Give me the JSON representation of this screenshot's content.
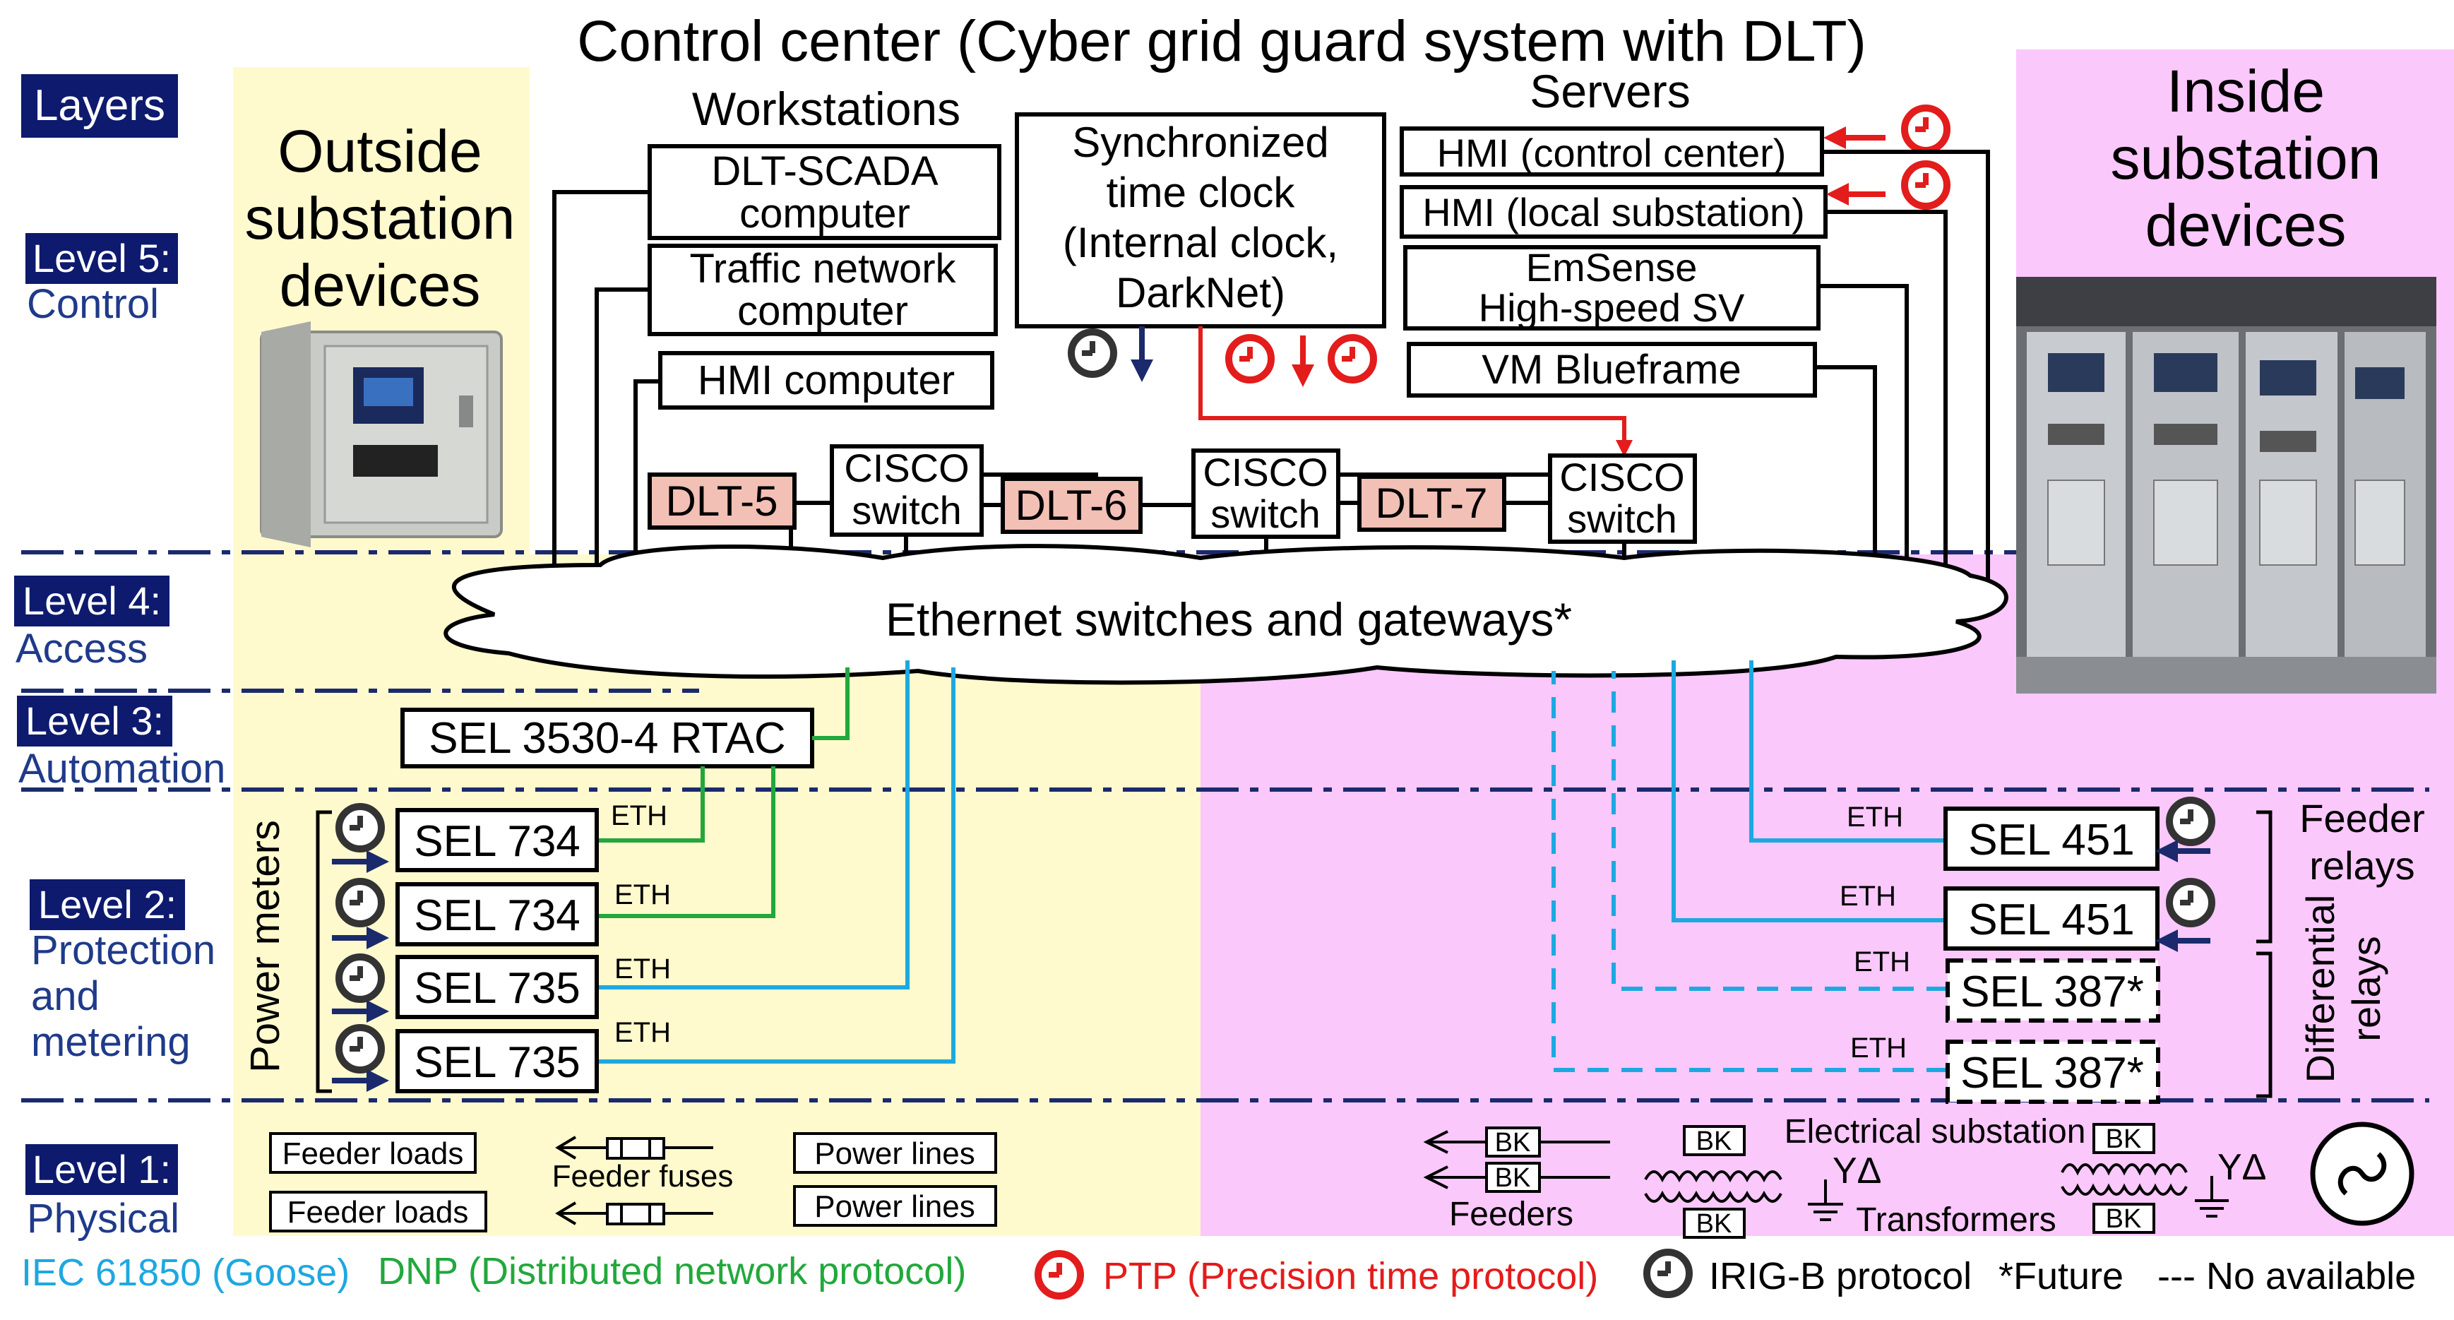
{
  "title": "Control center (Cyber grid guard system with DLT)",
  "layers_label": "Layers",
  "levels": [
    {
      "name": "Level 5:",
      "desc": [
        "Control"
      ]
    },
    {
      "name": "Level 4:",
      "desc": [
        "Access"
      ]
    },
    {
      "name": "Level 3:",
      "desc": [
        "Automation"
      ]
    },
    {
      "name": "Level 2:",
      "desc": [
        "Protection",
        "and",
        "metering"
      ]
    },
    {
      "name": "Level 1:",
      "desc": [
        "Physical"
      ]
    }
  ],
  "outside_title": [
    "Outside",
    "substation",
    "devices"
  ],
  "inside_title": [
    "Inside",
    "substation",
    "devices"
  ],
  "workstations": {
    "heading": "Workstations",
    "items": [
      [
        "DLT-SCADA",
        "computer"
      ],
      [
        "Traffic network",
        "computer"
      ],
      [
        "HMI computer"
      ]
    ]
  },
  "time_clock": [
    "Synchronized",
    "time clock",
    "(Internal clock,",
    "DarkNet)"
  ],
  "servers": {
    "heading": "Servers",
    "items": [
      [
        "HMI (control center)"
      ],
      [
        "HMI (local substation)"
      ],
      [
        "EmSense",
        "High-speed SV"
      ],
      [
        "VM Blueframe"
      ]
    ]
  },
  "dlt_nodes": [
    "DLT-5",
    "DLT-6",
    "DLT-7"
  ],
  "cisco_switch": [
    "CISCO",
    "switch"
  ],
  "ethernet_cloud": "Ethernet switches and gateways*",
  "rtac": "SEL 3530-4 RTAC",
  "power_meters_label": "Power meters",
  "meters": [
    "SEL 734",
    "SEL 734",
    "SEL 735",
    "SEL 735"
  ],
  "relays": [
    "SEL 451",
    "SEL 451",
    "SEL 387*",
    "SEL 387*"
  ],
  "feeder_relays_label": [
    "Feeder",
    "relays"
  ],
  "differential_relays_label": [
    "Differential",
    "relays"
  ],
  "eth": "ETH",
  "physical": {
    "feeder_loads": "Feeder loads",
    "feeder_fuses": "Feeder fuses",
    "power_lines": "Power lines",
    "bk": "BK",
    "electrical_substation": "Electrical substation",
    "feeders": "Feeders",
    "transformers": "Transformers",
    "yd": "YΔ"
  },
  "legend": {
    "iec": "IEC 61850 (Goose)",
    "dnp": "DNP (Distributed network protocol)",
    "ptp": "PTP (Precision time protocol)",
    "irig": "IRIG-B protocol",
    "future": "*Future",
    "na": "--- No available"
  },
  "colors": {
    "yellow_zone": "#fffacd",
    "pink_zone": "#fbc8fb",
    "level_label_bg": "#0d1a6e",
    "level_desc": "#1f3a8a",
    "dlt_fill": "#f2c0b5",
    "iec_blue": "#1ea8e0",
    "dnp_green": "#22a83c",
    "ptp_red": "#e31c1c",
    "navy": "#1a2a6c"
  }
}
